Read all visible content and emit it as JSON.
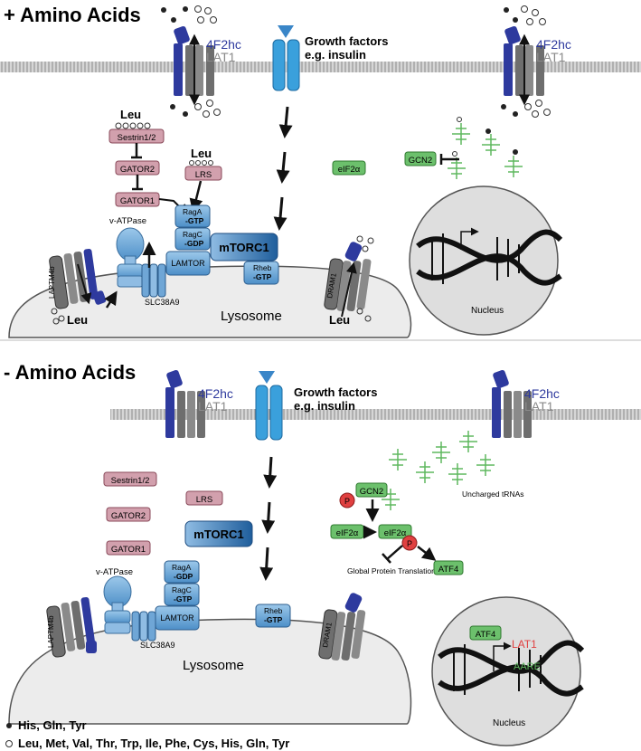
{
  "panel_top": {
    "title": "+ Amino Acids",
    "transporter_heavy": "4F2hc",
    "transporter_light": "LAT1",
    "growth_factors_line1": "Growth factors",
    "growth_factors_line2": "e.g. insulin",
    "leu_sestrin": "Leu",
    "sestrin": "Sestrin1/2",
    "gator2": "GATOR2",
    "gator1": "GATOR1",
    "leu_lrs": "Leu",
    "lrs": "LRS",
    "v_atpase": "v-ATPase",
    "raga_name": "RagA",
    "raga_state": "-GTP",
    "ragc_name": "RagC",
    "ragc_state": "-GDP",
    "lamtor": "LAMTOR",
    "mtorc1": "mTORC1",
    "rheb_name": "Rheb",
    "rheb_state": "-GTP",
    "slc38a9": "SLC38A9",
    "laptm4b": "LAPTM4b",
    "dram1": "DRAM1",
    "leu_left": "Leu",
    "leu_right": "Leu",
    "lysosome": "Lysosome",
    "eif2a": "eIF2α",
    "gcn2": "GCN2",
    "nucleus": "Nucleus"
  },
  "panel_bottom": {
    "title": "- Amino Acids",
    "transporter_heavy": "4F2hc",
    "transporter_light": "LAT1",
    "growth_factors_line1": "Growth factors",
    "growth_factors_line2": "e.g. insulin",
    "sestrin": "Sestrin1/2",
    "gator2": "GATOR2",
    "gator1": "GATOR1",
    "lrs": "LRS",
    "mtorc1": "mTORC1",
    "v_atpase": "v-ATPase",
    "raga_name": "RagA",
    "raga_state": "-GDP",
    "ragc_name": "RagC",
    "ragc_state": "-GTP",
    "lamtor": "LAMTOR",
    "rheb_name": "Rheb",
    "rheb_state": "-GTP",
    "slc38a9": "SLC38A9",
    "laptm4b": "LAPTM4b",
    "dram1": "DRAM1",
    "lysosome": "Lysosome",
    "uncharged_trnas": "Uncharged tRNAs",
    "gcn2": "GCN2",
    "phospho": "P",
    "eif2a_left": "eIF2α",
    "eif2a_right": "eIF2α",
    "global_translation": "Global Protein Translation",
    "atf4": "ATF4",
    "atf4_nucleus": "ATF4",
    "lat1_gene": "LAT1",
    "aare": "AARE",
    "nucleus": "Nucleus"
  },
  "legend": {
    "filled_dot_label": "His, Gln, Tyr",
    "open_dot_label": "Leu, Met, Val, Thr, Trp, Ile, Phe, Cys, His, Gln, Tyr"
  },
  "colors": {
    "transporter_blue": "#2e3a9e",
    "transporter_grey": "#6e6e6e",
    "receptor_blue": "#3aa0dc",
    "pink_box": "#c98a9a",
    "green_box": "#5fb85f",
    "rag_blue": "#7ab2dc",
    "mtor_blue": "#2a6aa8",
    "phospho_red": "#e04040",
    "lat1_red": "#e04040",
    "aare_green": "#5fb85f"
  }
}
